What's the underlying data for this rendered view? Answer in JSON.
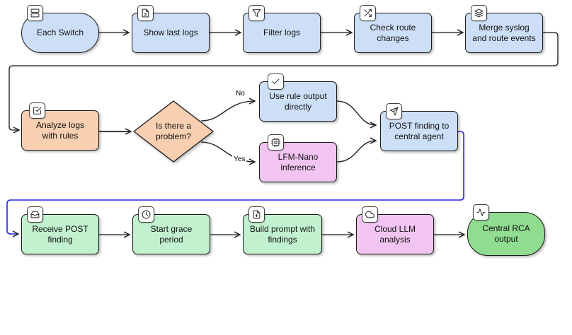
{
  "diagram": {
    "type": "flowchart",
    "background": "#ffffff",
    "palette": {
      "node_blue": "#cddff7",
      "node_orange": "#f8cfb1",
      "node_pink": "#f2c4f1",
      "node_green": "#c1f1ce",
      "node_green_dark": "#90dc90",
      "node_border": "#1a1a1a",
      "edge_black": "#1a1a1a",
      "edge_blue": "#2a2ae6",
      "icon_badge_bg": "#ffffff"
    },
    "nodes": [
      {
        "id": "each-switch",
        "label": "Each Switch",
        "shape": "stadium",
        "fill": "node_blue",
        "icon": "server-icon"
      },
      {
        "id": "show-last-logs",
        "label": "Show last logs",
        "shape": "rect",
        "fill": "node_blue",
        "icon": "file-text-icon"
      },
      {
        "id": "filter-logs",
        "label": "Filter logs",
        "shape": "rect",
        "fill": "node_blue",
        "icon": "filter-icon"
      },
      {
        "id": "check-route-changes",
        "label": "Check route changes",
        "shape": "rect",
        "fill": "node_blue",
        "icon": "shuffle-icon"
      },
      {
        "id": "merge-syslog-route-events",
        "label": "Merge syslog and route events",
        "shape": "rect",
        "fill": "node_blue",
        "icon": "layers-icon"
      },
      {
        "id": "analyze-logs-with-rules",
        "label": "Analyze logs with rules",
        "shape": "rect",
        "fill": "node_orange",
        "icon": "check-square-icon"
      },
      {
        "id": "is-there-a-problem",
        "label": "Is there a problem?",
        "shape": "diamond",
        "fill": "node_orange",
        "icon": null
      },
      {
        "id": "use-rule-output-directly",
        "label": "Use rule output directly",
        "shape": "rect",
        "fill": "node_blue",
        "icon": "check-icon"
      },
      {
        "id": "lfm-nano-inference",
        "label": "LFM-Nano inference",
        "shape": "rect",
        "fill": "node_pink",
        "icon": "cpu-icon"
      },
      {
        "id": "post-finding-to-central-agent",
        "label": "POST finding to central agent",
        "shape": "rect",
        "fill": "node_blue",
        "icon": "send-icon"
      },
      {
        "id": "receive-post-finding",
        "label": "Receive POST finding",
        "shape": "rect",
        "fill": "node_green",
        "icon": "inbox-icon"
      },
      {
        "id": "start-grace-period",
        "label": "Start grace period",
        "shape": "rect",
        "fill": "node_green",
        "icon": "clock-icon"
      },
      {
        "id": "build-prompt-with-findings",
        "label": "Build prompt with findings",
        "shape": "rect",
        "fill": "node_green",
        "icon": "file-plus-icon"
      },
      {
        "id": "cloud-llm-analysis",
        "label": "Cloud LLM analysis",
        "shape": "rect",
        "fill": "node_pink",
        "icon": "cloud-icon"
      },
      {
        "id": "central-rca-output",
        "label": "Central RCA output",
        "shape": "stadium",
        "fill": "node_green_dark",
        "icon": "activity-icon"
      }
    ],
    "edge_labels": {
      "no": "No",
      "yes": "Yes"
    }
  }
}
